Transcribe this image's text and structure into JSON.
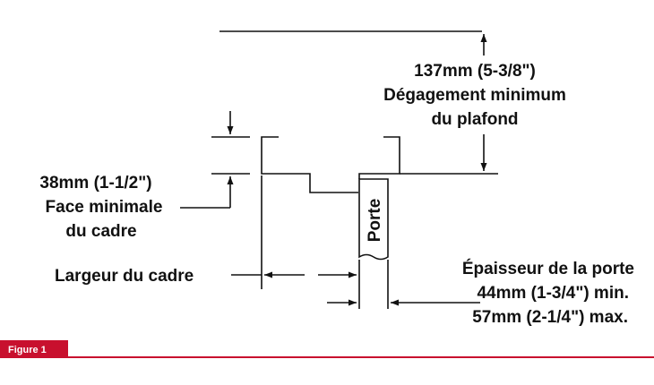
{
  "labels": {
    "ceiling_dim": "137mm (5-3/8\")",
    "ceiling_line1": "Dégagement minimum",
    "ceiling_line2": "du plafond",
    "frame_face_dim": "38mm (1-1/2\")",
    "frame_face_line1": "Face minimale",
    "frame_face_line2": "du cadre",
    "door": "Porte",
    "frame_width": "Largeur du cadre",
    "door_thickness_title": "Épaisseur de la porte",
    "door_thickness_min": "44mm (1-3/4\") min.",
    "door_thickness_max": "57mm (2-1/4\") max."
  },
  "figure_label": "Figure 1",
  "colors": {
    "ink": "#111111",
    "figure_tab": "#c8102e"
  }
}
